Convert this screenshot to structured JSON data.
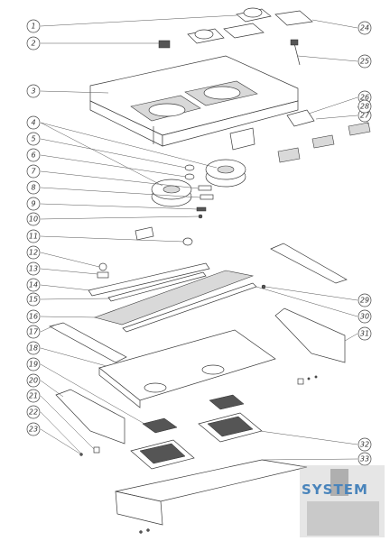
{
  "callouts": [
    {
      "id": "1",
      "text": "1",
      "side": "left"
    },
    {
      "id": "2",
      "text": "2",
      "side": "left"
    },
    {
      "id": "3",
      "text": "3",
      "side": "left"
    },
    {
      "id": "4",
      "text": "4",
      "side": "left"
    },
    {
      "id": "5",
      "text": "5",
      "side": "left"
    },
    {
      "id": "6",
      "text": "6",
      "side": "left"
    },
    {
      "id": "7",
      "text": "7",
      "side": "left"
    },
    {
      "id": "8",
      "text": "8",
      "side": "left"
    },
    {
      "id": "9",
      "text": "9",
      "side": "left"
    },
    {
      "id": "10",
      "text": "10",
      "side": "left"
    },
    {
      "id": "11",
      "text": "11",
      "side": "left"
    },
    {
      "id": "12",
      "text": "12",
      "side": "left"
    },
    {
      "id": "13",
      "text": "13",
      "side": "left"
    },
    {
      "id": "14",
      "text": "14",
      "side": "left"
    },
    {
      "id": "15",
      "text": "15",
      "side": "left"
    },
    {
      "id": "16",
      "text": "16",
      "side": "left"
    },
    {
      "id": "17",
      "text": "17",
      "side": "left"
    },
    {
      "id": "18",
      "text": "18",
      "side": "left"
    },
    {
      "id": "19",
      "text": "19",
      "side": "left"
    },
    {
      "id": "20",
      "text": "20",
      "side": "left"
    },
    {
      "id": "21",
      "text": "21",
      "side": "left"
    },
    {
      "id": "22",
      "text": "22",
      "side": "left"
    },
    {
      "id": "23",
      "text": "23",
      "side": "left"
    },
    {
      "id": "24",
      "text": "24",
      "side": "right"
    },
    {
      "id": "25",
      "text": "25",
      "side": "right"
    },
    {
      "id": "26",
      "text": "26",
      "side": "right"
    },
    {
      "id": "27",
      "text": "27",
      "side": "right"
    },
    {
      "id": "28",
      "text": "28",
      "side": "right"
    },
    {
      "id": "29",
      "text": "29",
      "side": "right"
    },
    {
      "id": "30",
      "text": "30",
      "side": "right"
    },
    {
      "id": "31",
      "text": "31",
      "side": "right"
    },
    {
      "id": "32",
      "text": "32",
      "side": "right"
    },
    {
      "id": "33",
      "text": "33",
      "side": "right"
    }
  ],
  "logo": {
    "text": "SYSTEM",
    "color": "#2a6fb0"
  }
}
